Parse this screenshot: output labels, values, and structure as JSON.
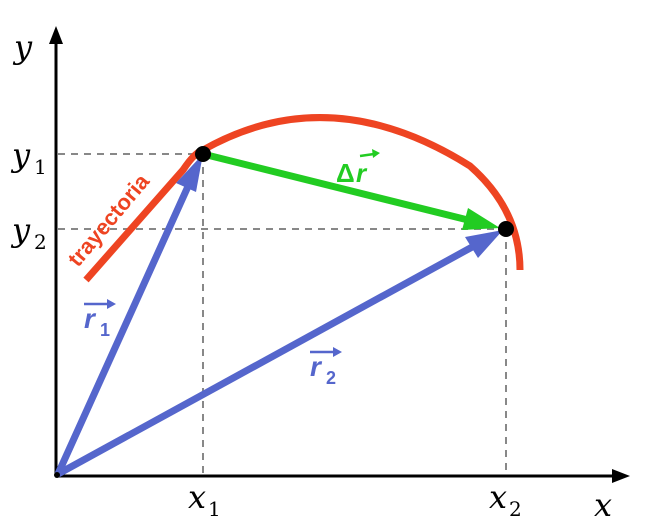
{
  "axes": {
    "x_label": "x",
    "y_label": "y"
  },
  "ticks": {
    "x1": {
      "base": "x",
      "sub": "1"
    },
    "x2": {
      "base": "x",
      "sub": "2"
    },
    "y1": {
      "base": "y",
      "sub": "1"
    },
    "y2": {
      "base": "y",
      "sub": "2"
    }
  },
  "trajectory": {
    "label": "trayectoria",
    "color": "#ee4422"
  },
  "vectors": {
    "r1": {
      "base": "r",
      "sub": "1",
      "color": "#5566cc"
    },
    "r2": {
      "base": "r",
      "sub": "2",
      "color": "#5566cc"
    },
    "delta_r": {
      "prefix": "Δ",
      "base": "r",
      "color": "#22cc22"
    }
  },
  "colors": {
    "axis": "#000000",
    "guide": "#888888",
    "point": "#000000"
  }
}
